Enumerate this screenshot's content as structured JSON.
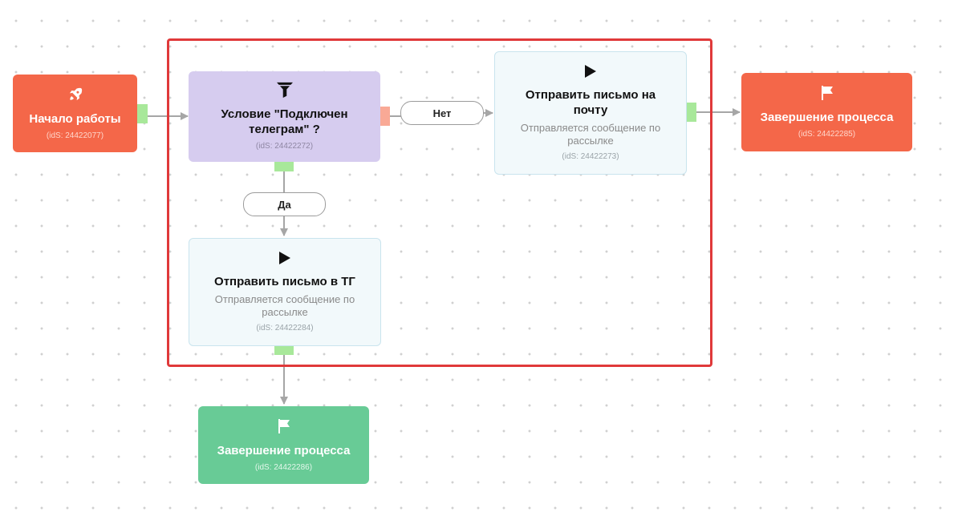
{
  "colors": {
    "start_end_red": "#f46749",
    "end_green": "#68cb96",
    "condition_purple": "#d6ccef",
    "action_light": "#f2f9fb",
    "port_green": "#a8e89a",
    "port_pink": "#f9a996",
    "highlight_frame": "#e0393a"
  },
  "nodes": {
    "start": {
      "icon": "rocket-icon",
      "title": "Начало работы",
      "ids": "(idS: 24422077)"
    },
    "condition": {
      "icon": "funnel-icon",
      "title": "Условие \"Подключен телеграм\" ?",
      "ids": "(idS: 24422272)"
    },
    "send_mail": {
      "icon": "play-icon",
      "title": "Отправить письмо на почту",
      "desc": "Отправляется сообщение по рассылке",
      "ids": "(idS: 24422273)"
    },
    "end_red": {
      "icon": "flag-icon",
      "title": "Завершение процесса",
      "ids": "(idS: 24422285)"
    },
    "send_tg": {
      "icon": "play-icon",
      "title": "Отправить письмо в ТГ",
      "desc": "Отправляется сообщение по рассылке",
      "ids": "(idS: 24422284)"
    },
    "end_green": {
      "icon": "flag-icon",
      "title": "Завершение процесса",
      "ids": "(idS: 24422286)"
    }
  },
  "edges": {
    "no_label": "Нет",
    "yes_label": "Да"
  }
}
